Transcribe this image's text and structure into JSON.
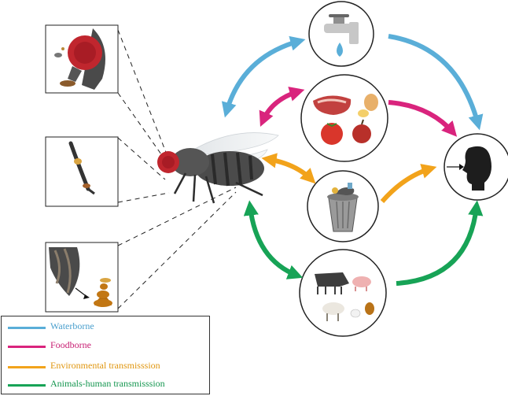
{
  "colors": {
    "waterborne": "#5aaed8",
    "foodborne": "#d9247d",
    "environmental": "#f2a31b",
    "animals_human": "#17a356"
  },
  "icons": {
    "fly": "housefly-icon",
    "head_detail": "fly-head-proboscis-icon",
    "leg_detail": "fly-leg-hairs-icon",
    "abdomen_detail": "fly-abdomen-excreta-icon",
    "water": "water-tap-icon",
    "food": "food-meat-egg-tomato-apple-icon",
    "waste": "garbage-bin-icon",
    "animals": "livestock-icon",
    "human": "human-head-icon"
  },
  "legend": {
    "items": [
      {
        "key": "waterborne",
        "label": "Waterborne",
        "color": "#5aaed8"
      },
      {
        "key": "foodborne",
        "label": "Foodborne",
        "color": "#d9247d"
      },
      {
        "key": "environmental",
        "label": "Environmental transmisssion",
        "color": "#f2a31b"
      },
      {
        "key": "animals_human",
        "label": "Animals-human transmisssion",
        "color": "#17a356"
      }
    ]
  }
}
